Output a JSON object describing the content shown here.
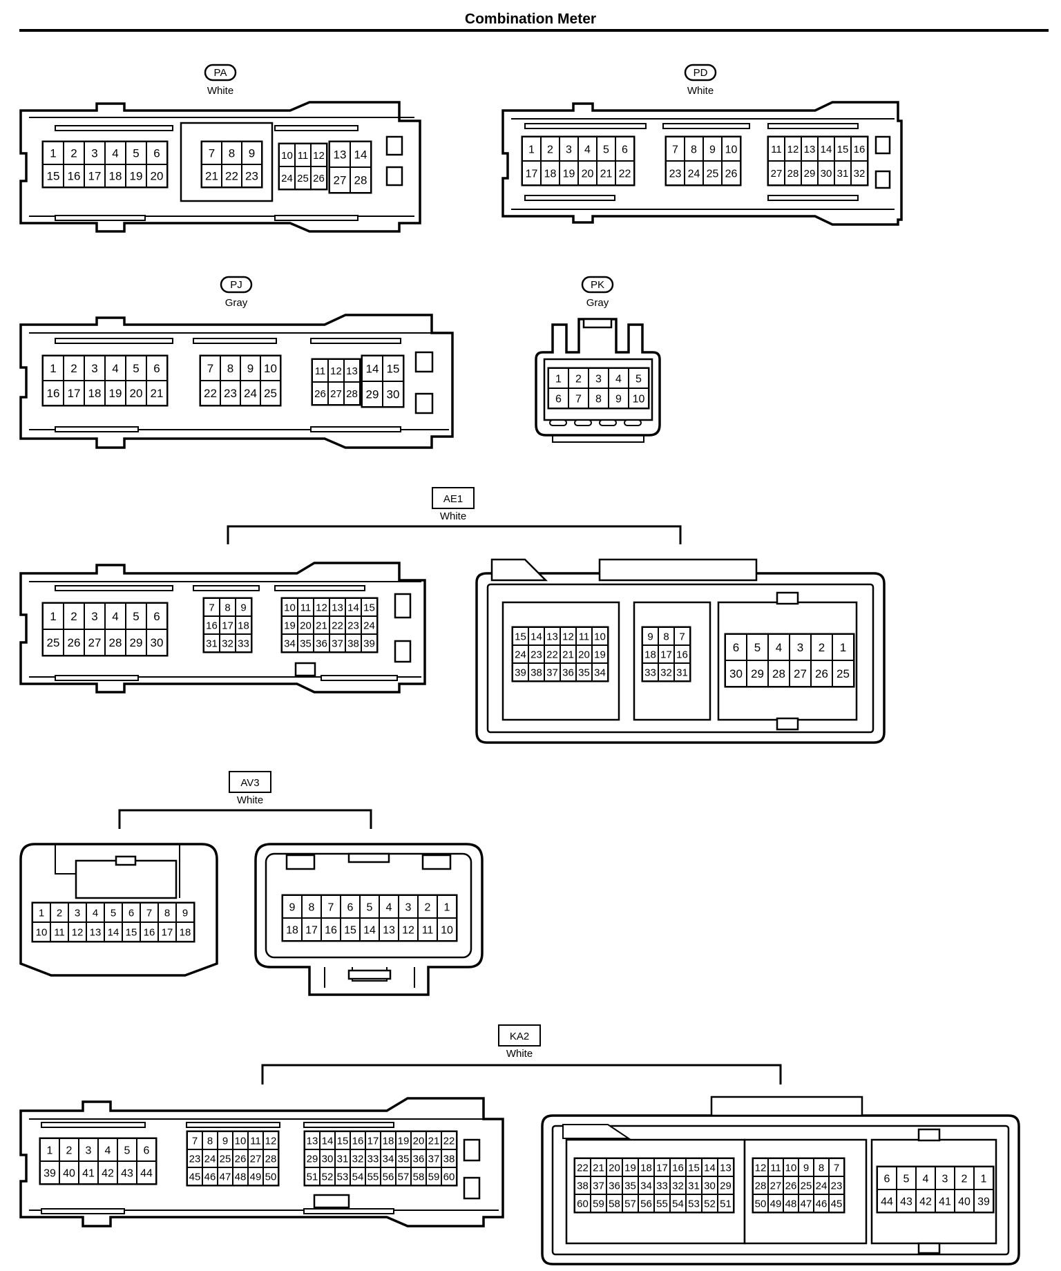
{
  "title": "Combination Meter",
  "connectors": {
    "PA": {
      "code": "PA",
      "color": "White",
      "groups": [
        {
          "cols": 6,
          "rows": [
            [
              "1",
              "2",
              "3",
              "4",
              "5",
              "6"
            ],
            [
              "15",
              "16",
              "17",
              "18",
              "19",
              "20"
            ]
          ]
        },
        {
          "cols": 3,
          "rows": [
            [
              "7",
              "8",
              "9"
            ],
            [
              "21",
              "22",
              "23"
            ]
          ]
        },
        {
          "cols": 3,
          "rows": [
            [
              "10",
              "11",
              "12"
            ],
            [
              "24",
              "25",
              "26"
            ]
          ]
        },
        {
          "cols": 2,
          "rows": [
            [
              "13",
              "14"
            ],
            [
              "27",
              "28"
            ]
          ]
        }
      ]
    },
    "PD": {
      "code": "PD",
      "color": "White",
      "groups": [
        {
          "cols": 6,
          "rows": [
            [
              "1",
              "2",
              "3",
              "4",
              "5",
              "6"
            ],
            [
              "17",
              "18",
              "19",
              "20",
              "21",
              "22"
            ]
          ]
        },
        {
          "cols": 4,
          "rows": [
            [
              "7",
              "8",
              "9",
              "10"
            ],
            [
              "23",
              "24",
              "25",
              "26"
            ]
          ]
        },
        {
          "cols": 6,
          "rows": [
            [
              "11",
              "12",
              "13",
              "14",
              "15",
              "16"
            ],
            [
              "27",
              "28",
              "29",
              "30",
              "31",
              "32"
            ]
          ]
        }
      ]
    },
    "PJ": {
      "code": "PJ",
      "color": "Gray",
      "groups": [
        {
          "cols": 6,
          "rows": [
            [
              "1",
              "2",
              "3",
              "4",
              "5",
              "6"
            ],
            [
              "16",
              "17",
              "18",
              "19",
              "20",
              "21"
            ]
          ]
        },
        {
          "cols": 4,
          "rows": [
            [
              "7",
              "8",
              "9",
              "10"
            ],
            [
              "22",
              "23",
              "24",
              "25"
            ]
          ]
        },
        {
          "cols": 3,
          "rows": [
            [
              "11",
              "12",
              "13"
            ],
            [
              "26",
              "27",
              "28"
            ]
          ]
        },
        {
          "cols": 2,
          "rows": [
            [
              "14",
              "15"
            ],
            [
              "29",
              "30"
            ]
          ]
        }
      ]
    },
    "PK": {
      "code": "PK",
      "color": "Gray",
      "groups": [
        {
          "cols": 5,
          "rows": [
            [
              "1",
              "2",
              "3",
              "4",
              "5"
            ],
            [
              "6",
              "7",
              "8",
              "9",
              "10"
            ]
          ]
        }
      ]
    },
    "AE1": {
      "code": "AE1",
      "color": "White",
      "left_groups": [
        {
          "cols": 6,
          "rows": [
            [
              "1",
              "2",
              "3",
              "4",
              "5",
              "6"
            ],
            [
              "25",
              "26",
              "27",
              "28",
              "29",
              "30"
            ]
          ]
        },
        {
          "cols": 3,
          "rows": [
            [
              "7",
              "8",
              "9"
            ],
            [
              "16",
              "17",
              "18"
            ],
            [
              "31",
              "32",
              "33"
            ]
          ]
        },
        {
          "cols": 6,
          "rows": [
            [
              "10",
              "11",
              "12",
              "13",
              "14",
              "15"
            ],
            [
              "19",
              "20",
              "21",
              "22",
              "23",
              "24"
            ],
            [
              "34",
              "35",
              "36",
              "37",
              "38",
              "39"
            ]
          ]
        }
      ],
      "right_groups": [
        {
          "cols": 6,
          "rows": [
            [
              "15",
              "14",
              "13",
              "12",
              "11",
              "10"
            ],
            [
              "24",
              "23",
              "22",
              "21",
              "20",
              "19"
            ],
            [
              "39",
              "38",
              "37",
              "36",
              "35",
              "34"
            ]
          ]
        },
        {
          "cols": 3,
          "rows": [
            [
              "9",
              "8",
              "7"
            ],
            [
              "18",
              "17",
              "16"
            ],
            [
              "33",
              "32",
              "31"
            ]
          ]
        },
        {
          "cols": 6,
          "rows": [
            [
              "6",
              "5",
              "4",
              "3",
              "2",
              "1"
            ],
            [
              "30",
              "29",
              "28",
              "27",
              "26",
              "25"
            ]
          ]
        }
      ]
    },
    "AV3": {
      "code": "AV3",
      "color": "White",
      "left_groups": [
        {
          "cols": 9,
          "rows": [
            [
              "1",
              "2",
              "3",
              "4",
              "5",
              "6",
              "7",
              "8",
              "9"
            ],
            [
              "10",
              "11",
              "12",
              "13",
              "14",
              "15",
              "16",
              "17",
              "18"
            ]
          ]
        }
      ],
      "right_groups": [
        {
          "cols": 9,
          "rows": [
            [
              "9",
              "8",
              "7",
              "6",
              "5",
              "4",
              "3",
              "2",
              "1"
            ],
            [
              "18",
              "17",
              "16",
              "15",
              "14",
              "13",
              "12",
              "11",
              "10"
            ]
          ]
        }
      ]
    },
    "KA2": {
      "code": "KA2",
      "color": "White",
      "left_groups": [
        {
          "cols": 6,
          "rows": [
            [
              "1",
              "2",
              "3",
              "4",
              "5",
              "6"
            ],
            [
              "39",
              "40",
              "41",
              "42",
              "43",
              "44"
            ]
          ]
        },
        {
          "cols": 6,
          "rows": [
            [
              "7",
              "8",
              "9",
              "10",
              "11",
              "12"
            ],
            [
              "23",
              "24",
              "25",
              "26",
              "27",
              "28"
            ],
            [
              "45",
              "46",
              "47",
              "48",
              "49",
              "50"
            ]
          ]
        },
        {
          "cols": 10,
          "rows": [
            [
              "13",
              "14",
              "15",
              "16",
              "17",
              "18",
              "19",
              "20",
              "21",
              "22"
            ],
            [
              "29",
              "30",
              "31",
              "32",
              "33",
              "34",
              "35",
              "36",
              "37",
              "38"
            ],
            [
              "51",
              "52",
              "53",
              "54",
              "55",
              "56",
              "57",
              "58",
              "59",
              "60"
            ]
          ]
        }
      ],
      "right_groups": [
        {
          "cols": 10,
          "rows": [
            [
              "22",
              "21",
              "20",
              "19",
              "18",
              "17",
              "16",
              "15",
              "14",
              "13"
            ],
            [
              "38",
              "37",
              "36",
              "35",
              "34",
              "33",
              "32",
              "31",
              "30",
              "29"
            ],
            [
              "60",
              "59",
              "58",
              "57",
              "56",
              "55",
              "54",
              "53",
              "52",
              "51"
            ]
          ]
        },
        {
          "cols": 6,
          "rows": [
            [
              "12",
              "11",
              "10",
              "9",
              "8",
              "7"
            ],
            [
              "28",
              "27",
              "26",
              "25",
              "24",
              "23"
            ],
            [
              "50",
              "49",
              "48",
              "47",
              "46",
              "45"
            ]
          ]
        },
        {
          "cols": 6,
          "rows": [
            [
              "6",
              "5",
              "4",
              "3",
              "2",
              "1"
            ],
            [
              "44",
              "43",
              "42",
              "41",
              "40",
              "39"
            ]
          ]
        }
      ]
    }
  }
}
